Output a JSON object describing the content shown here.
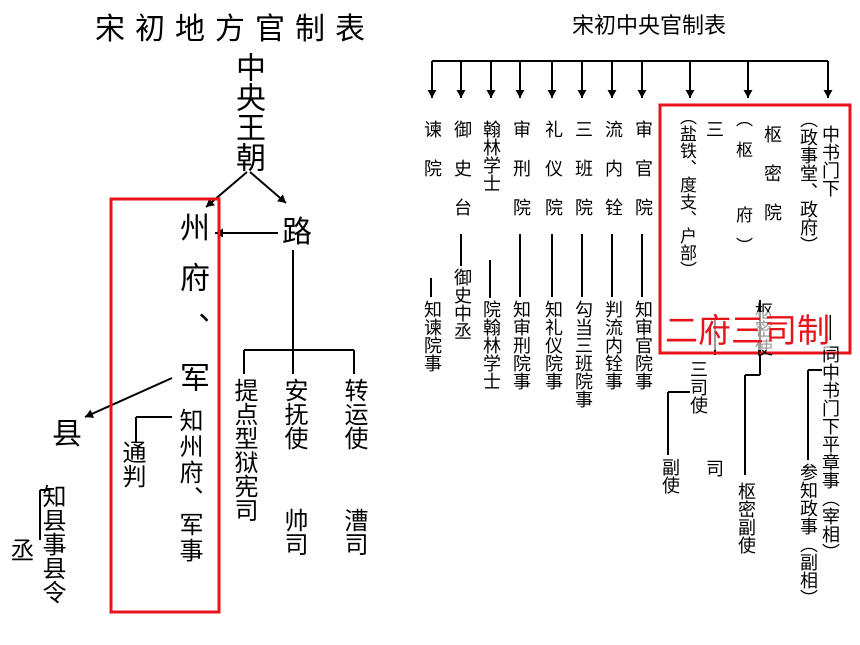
{
  "titles": {
    "left": "宋初地方官制表",
    "right": "宋初中央官制表"
  },
  "left": {
    "central": "中央王朝",
    "lu": "路",
    "zhou": "州府、军",
    "xian": "县",
    "zhixian": "知县事县令",
    "cheng": "丞",
    "tongpan": "通判",
    "zhizhou": "知州府、军事",
    "circuits": [
      {
        "office": "提点型狱宪司"
      },
      {
        "office": "安抚使",
        "short": "帅司"
      },
      {
        "office": "转运使",
        "short": "漕司"
      }
    ]
  },
  "right": {
    "columns": [
      {
        "office": "谏 院",
        "head": "知谏院事"
      },
      {
        "office": "御 史 台",
        "head": "御史中丞"
      },
      {
        "office": "翰林学士",
        "head": "院翰林学士"
      },
      {
        "office": "审 刑 院",
        "head": "知审刑院事"
      },
      {
        "office": "礼 仪 院",
        "head": "知礼仪院事"
      },
      {
        "office": "三 班 院",
        "head": "勾当三班院事"
      },
      {
        "office": "流 内 铨",
        "head": "判流内铨事"
      },
      {
        "office": "审 官 院",
        "head": "知审官院事"
      }
    ],
    "sansi": {
      "name": "三 司",
      "alias": "（盐铁、度支、户部）",
      "head": "三司使",
      "deputy": "副使"
    },
    "shumi": {
      "name": "枢 密 院",
      "alias": "（枢 府）",
      "head": "枢密使",
      "deputy": "枢密副使"
    },
    "zhongshu": {
      "name": "中书门下",
      "alias": "（政事堂、政府）",
      "head": "同中书门下平章事（宰相）",
      "deputy": "参知政事（副相）"
    }
  },
  "annotation": "二府三司制",
  "colors": {
    "highlight": "#e8141b",
    "ink": "#000000"
  }
}
